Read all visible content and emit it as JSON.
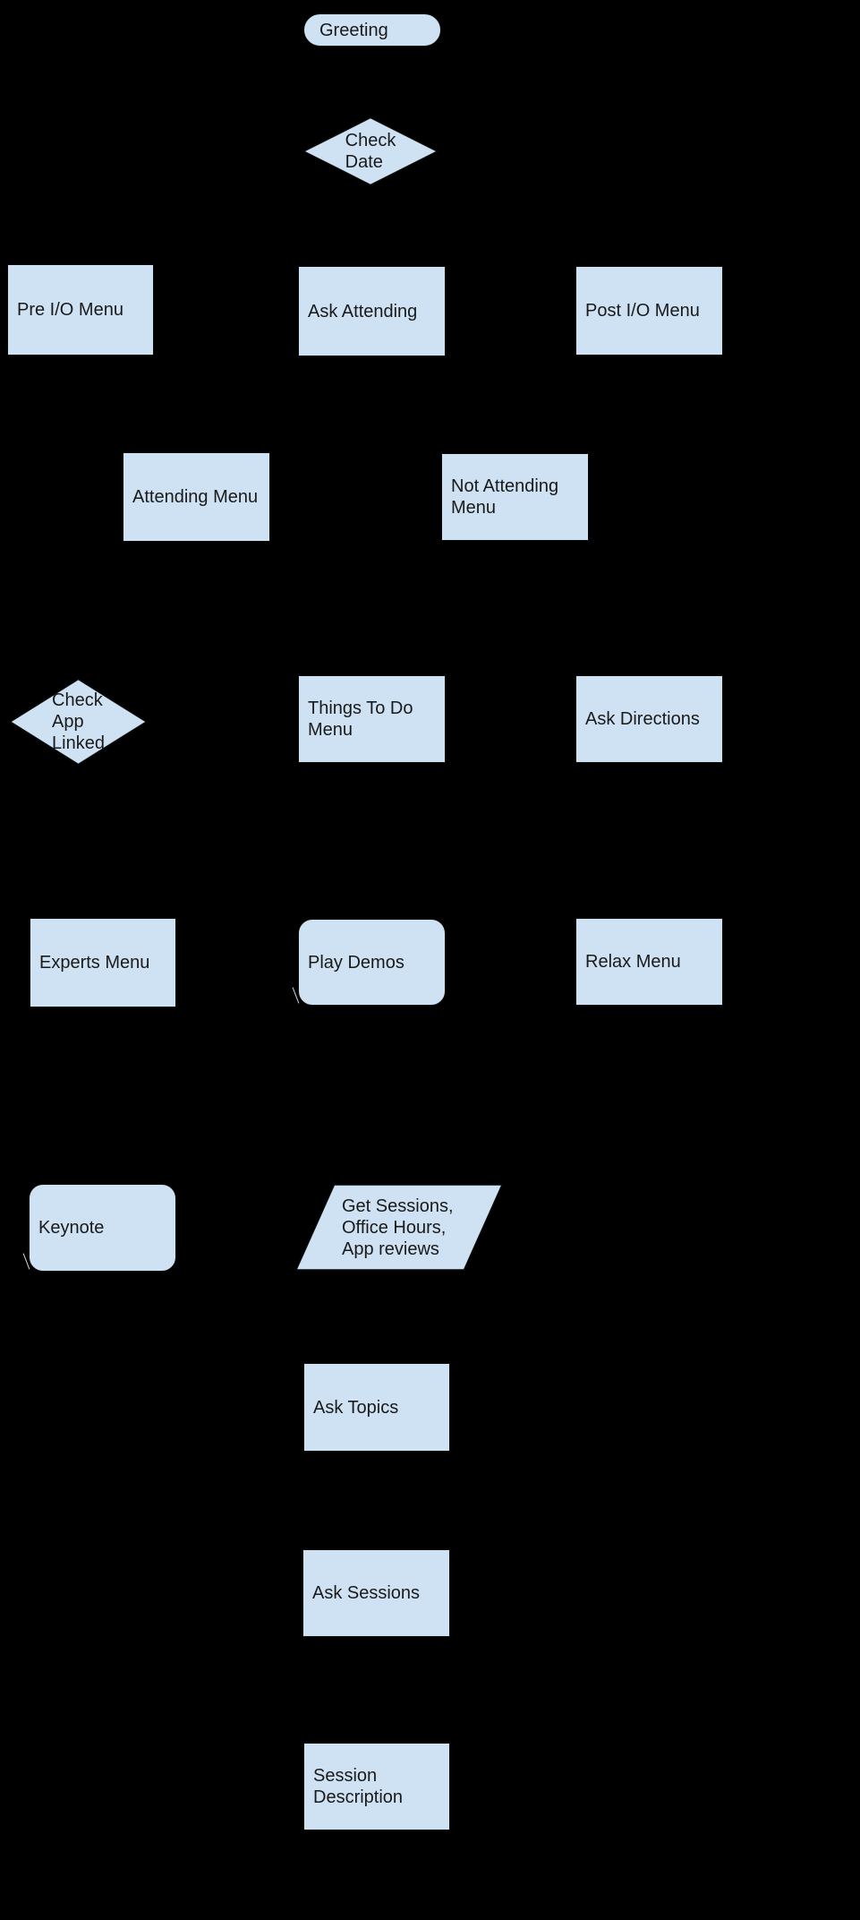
{
  "diagram": {
    "type": "flowchart",
    "background_color": "#000000",
    "shape_fill_color": "#cfe2f3",
    "shape_border_color": "#0b0b0b",
    "text_color": "#1a1a1a",
    "nodes": [
      {
        "id": "greeting",
        "shape": "terminator",
        "label": "Greeting"
      },
      {
        "id": "check-date",
        "shape": "decision",
        "label": "Check\nDate"
      },
      {
        "id": "pre-io-menu",
        "shape": "process",
        "label": "Pre I/O Menu"
      },
      {
        "id": "ask-attending",
        "shape": "process",
        "label": "Ask Attending"
      },
      {
        "id": "post-io-menu",
        "shape": "process",
        "label": "Post I/O Menu"
      },
      {
        "id": "attending-menu",
        "shape": "process",
        "label": "Attending Menu"
      },
      {
        "id": "not-attending-menu",
        "shape": "process",
        "label": "Not Attending\nMenu"
      },
      {
        "id": "check-app-linked",
        "shape": "decision",
        "label": "Check\nApp\nLinked"
      },
      {
        "id": "things-to-do-menu",
        "shape": "process",
        "label": "Things To Do\nMenu"
      },
      {
        "id": "ask-directions",
        "shape": "process",
        "label": "Ask Directions"
      },
      {
        "id": "experts-menu",
        "shape": "process",
        "label": "Experts Menu"
      },
      {
        "id": "play-demos",
        "shape": "rounded-process",
        "label": "Play Demos"
      },
      {
        "id": "relax-menu",
        "shape": "process",
        "label": "Relax Menu"
      },
      {
        "id": "keynote",
        "shape": "rounded-process",
        "label": "Keynote"
      },
      {
        "id": "get-sessions",
        "shape": "input-output",
        "label": "Get Sessions,\nOffice Hours,\nApp reviews"
      },
      {
        "id": "ask-topics",
        "shape": "process",
        "label": "Ask Topics"
      },
      {
        "id": "ask-sessions",
        "shape": "process",
        "label": "Ask Sessions"
      },
      {
        "id": "session-description",
        "shape": "process",
        "label": "Session\nDescription"
      }
    ]
  }
}
